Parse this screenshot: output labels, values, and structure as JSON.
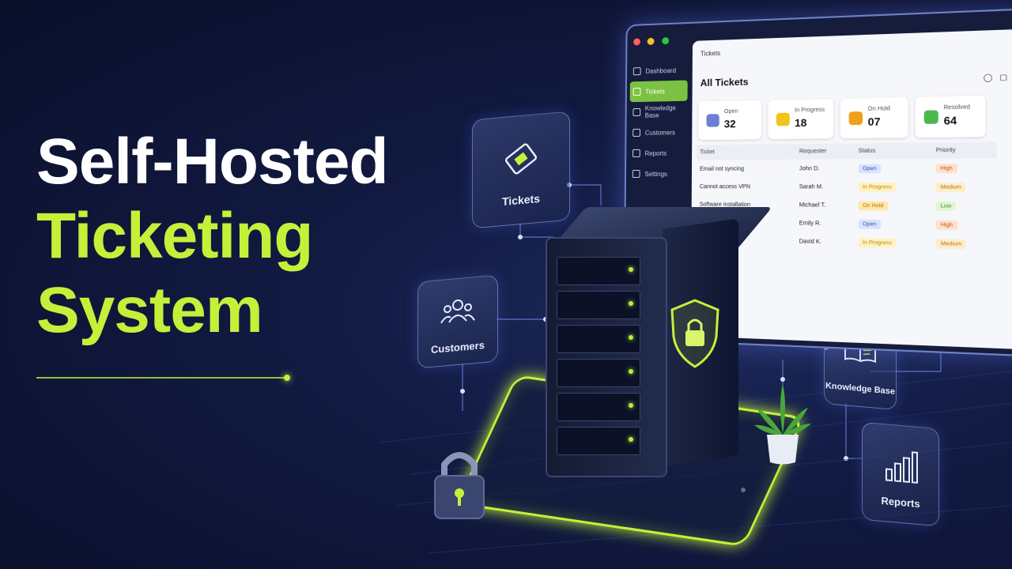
{
  "title": {
    "line1": "Self-Hosted",
    "line2": "Ticketing",
    "line3": "System"
  },
  "colors": {
    "accent": "#c4f03a",
    "background": "#0f1738",
    "panel_border": "#6f82c9"
  },
  "floating_cards": {
    "tickets": {
      "label": "Tickets",
      "icon": "ticket-icon"
    },
    "customers": {
      "label": "Customers",
      "icon": "users-icon"
    },
    "knowledge_base": {
      "label": "Knowledge Base",
      "icon": "book-icon"
    },
    "reports": {
      "label": "Reports",
      "icon": "bar-chart-icon"
    }
  },
  "dashboard": {
    "breadcrumb": "Tickets",
    "heading": "All Tickets",
    "sidebar": [
      {
        "label": "Dashboard",
        "icon": "home-icon"
      },
      {
        "label": "Tickets",
        "icon": "ticket-icon",
        "active": true
      },
      {
        "label": "Knowledge Base",
        "icon": "book-icon"
      },
      {
        "label": "Customers",
        "icon": "user-icon"
      },
      {
        "label": "Reports",
        "icon": "report-icon"
      },
      {
        "label": "Settings",
        "icon": "gear-icon"
      }
    ],
    "stats": [
      {
        "label": "Open",
        "value": "32",
        "color": "#6b7fd6"
      },
      {
        "label": "In Progress",
        "value": "18",
        "color": "#f0c419"
      },
      {
        "label": "On Hold",
        "value": "07",
        "color": "#f0a019"
      },
      {
        "label": "Resolved",
        "value": "64",
        "color": "#4cb84c"
      }
    ],
    "table": {
      "headers": [
        "Ticket",
        "Requester",
        "Status",
        "Priority"
      ],
      "rows": [
        {
          "ticket": "Email not syncing",
          "requester": "John D.",
          "status": "Open",
          "priority": "High"
        },
        {
          "ticket": "Cannot access VPN",
          "requester": "Sarah M.",
          "status": "In Progress",
          "priority": "Medium"
        },
        {
          "ticket": "Software installation",
          "requester": "Michael T.",
          "status": "On Hold",
          "priority": "Low"
        },
        {
          "ticket": "",
          "requester": "Emily R.",
          "status": "Open",
          "priority": "High"
        },
        {
          "ticket": "",
          "requester": "David K.",
          "status": "In Progress",
          "priority": "Medium"
        }
      ]
    }
  }
}
